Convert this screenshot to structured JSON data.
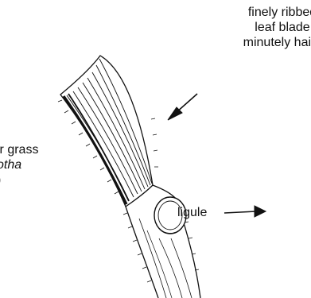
{
  "labels": {
    "blade_line1": "finely ribbed",
    "blade_line2": "leaf blade",
    "blade_line3": "minutely hairy",
    "species_line1": "ir grass",
    "species_line2_italic": "otha",
    "species_line2_paren": ")",
    "ligule": "ligule"
  }
}
